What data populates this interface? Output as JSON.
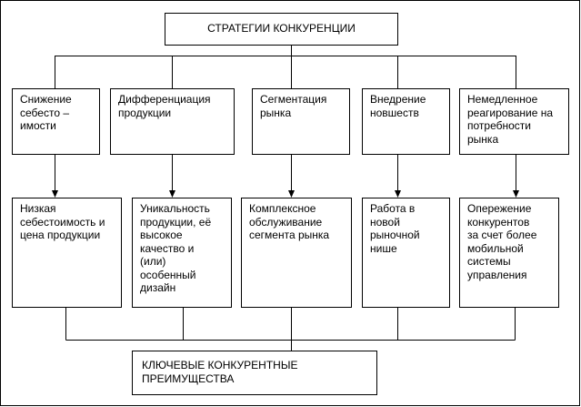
{
  "title": "СТРАТЕГИИ КОНКУРЕНЦИИ",
  "strategies": [
    "Снижение\nсебесто –\nимости",
    "Дифференциация\nпродукции",
    "Сегментация\nрынка",
    "Внедрение\nновшеств",
    "Немедленное\nреагирование на\nпотребности\nрынка"
  ],
  "outcomes": [
    "Низкая\nсебестоимость и\nцена продукции",
    "Уникальность\nпродукции, её\nвысокое\nкачество и\n(или)\nособенный\nдизайн",
    "Комплексное\nобслуживание\nсегмента рынка",
    "Работа в\nновой\nрыночной\nнише",
    "Опережение\nконкурентов\nза счет более\nмобильной\nсистемы\nуправления"
  ],
  "result": "КЛЮЧЕВЫЕ КОНКУРЕНТНЫЕ ПРЕИМУЩЕСТВА"
}
